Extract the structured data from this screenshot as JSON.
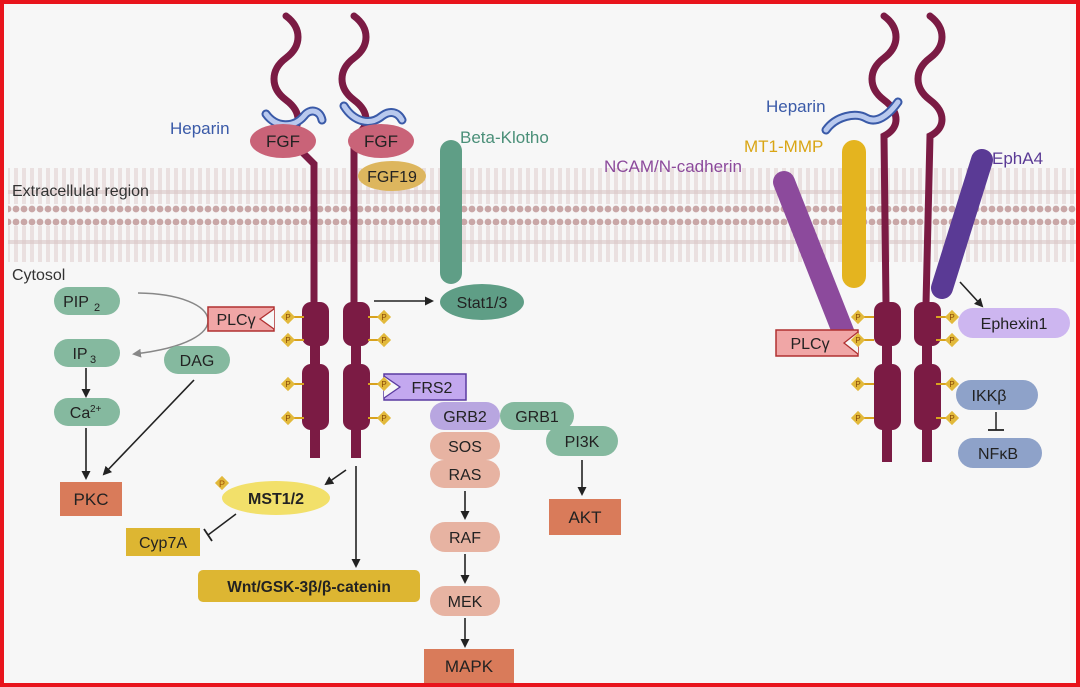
{
  "colors": {
    "frame": "#e8141c",
    "membrane": "#c9a7a7",
    "receptor": "#7b1b44",
    "fgf": "#c96378",
    "heparin": "#3a5aa8",
    "beta_klotho": "#5f9e86",
    "green_node": "#85b99f",
    "salmon_node": "#e7b3a2",
    "orange_box": "#d97b5a",
    "yellow_box": "#ddb632",
    "phospho": "#e2b93b",
    "plc_fill": "#f0a6a6",
    "frs2_fill": "#c3a8ef",
    "ncam": "#8c4a9c",
    "mt1mmp": "#e4b41f",
    "epha4": "#5a3a95",
    "blue_node": "#8ea2c9",
    "lilac_node": "#cdb6f0"
  },
  "labels": {
    "heparin_left": "Heparin",
    "fgf_a": "FGF",
    "fgf_b": "FGF",
    "fgf19": "FGF19",
    "beta_klotho": "Beta-Klotho",
    "extracellular": "Extracellular region",
    "cytosol": "Cytosol",
    "pip2_main": "PIP",
    "pip2_sub": "2",
    "ip3_main": "IP",
    "ip3_sub": "3",
    "dag": "DAG",
    "ca_main": "Ca",
    "ca_sup": "2+",
    "pkc": "PKC",
    "plc_left": "PLCγ",
    "stat": "Stat1/3",
    "frs2": "FRS2",
    "grb2": "GRB2",
    "grb1": "GRB1",
    "sos": "SOS",
    "ras": "RAS",
    "raf": "RAF",
    "mek": "MEK",
    "mapk": "MAPK",
    "pi3k": "PI3K",
    "akt": "AKT",
    "mst": "MST1/2",
    "cyp": "Cyp7A",
    "wnt": "Wnt/GSK-3β/β-catenin",
    "p": "P",
    "heparin_right": "Heparin",
    "mt1mmp": "MT1-MMP",
    "ncam": "NCAM/N-cadherin",
    "epha4": "EphA4",
    "plc_right": "PLCγ",
    "ephexin": "Ephexin1",
    "ikk": "IKKβ",
    "nfkb": "NFκB"
  }
}
